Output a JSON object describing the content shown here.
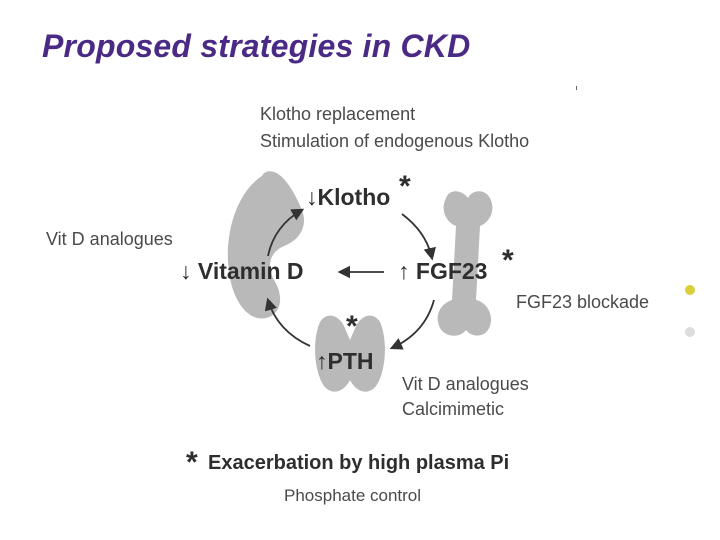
{
  "slide": {
    "title": "Proposed strategies in CKD"
  },
  "diagram": {
    "top_strategy_1": "Klotho replacement",
    "top_strategy_2": "Stimulation of endogenous Klotho",
    "left_strategy": "Vit D analogues",
    "right_strategy": "FGF23 blockade",
    "bottom_strategy_1": "Vit D analogues",
    "bottom_strategy_2": "Calcimimetic",
    "nodes": {
      "klotho": "↓Klotho",
      "vitamin_d": "↓ Vitamin D",
      "fgf23": "↑ FGF23",
      "pth": "↑PTH"
    },
    "star": "*",
    "footer": "Exacerbation by high plasma Pi",
    "footer_note": "Phosphate control"
  },
  "colors": {
    "title": "#4b2a86",
    "organ_fill": "#b9b9b9",
    "text": "#2e2e2e"
  }
}
